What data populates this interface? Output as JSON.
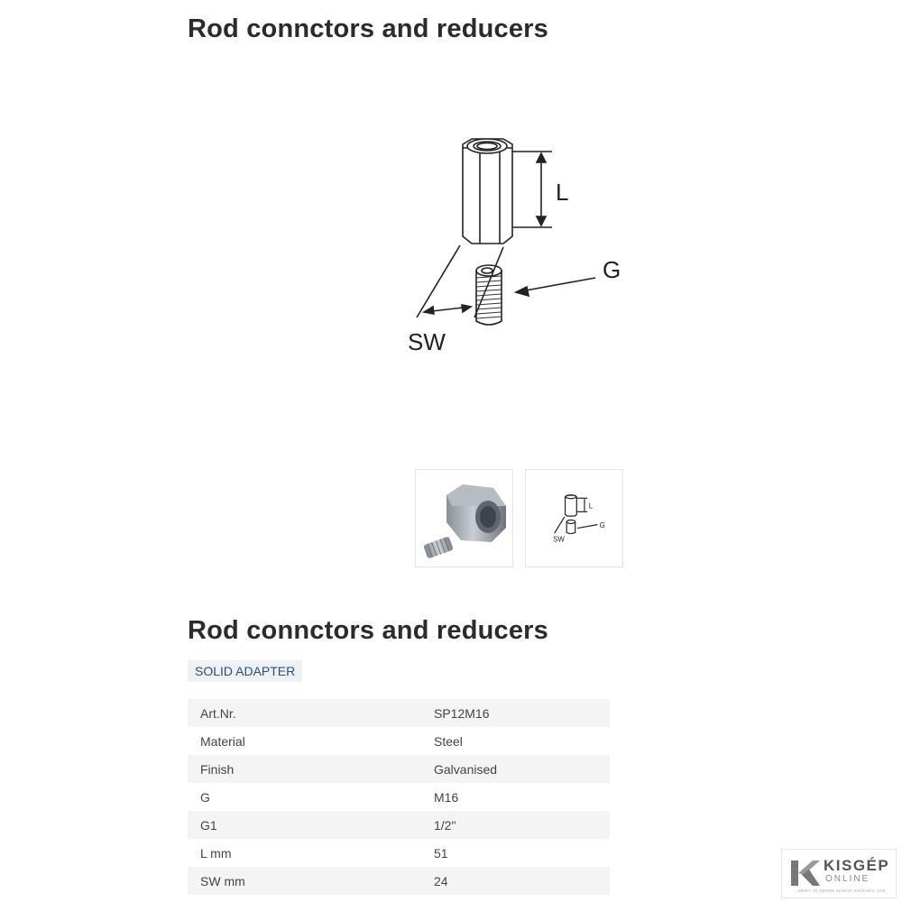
{
  "header": {
    "title": "Rod connctors and reducers"
  },
  "gallery": {
    "diagram_labels": {
      "length": "L",
      "thread": "G",
      "wrench_size": "SW"
    },
    "thumbnails": [
      {
        "icon": "product-photo-icon"
      },
      {
        "icon": "technical-drawing-icon"
      }
    ]
  },
  "product": {
    "title": "Rod connctors and reducers",
    "type_badge": "SOLID ADAPTER",
    "specs": [
      {
        "key": "Art.Nr.",
        "value": "SP12M16"
      },
      {
        "key": "Material",
        "value": "Steel"
      },
      {
        "key": "Finish",
        "value": "Galvanised"
      },
      {
        "key": "G",
        "value": "M16"
      },
      {
        "key": "G1",
        "value": "1/2\""
      },
      {
        "key": "L mm",
        "value": "51"
      },
      {
        "key": "SW mm",
        "value": "24"
      }
    ]
  },
  "watermark": {
    "name": "KISGÉP",
    "sub": "ONLINE",
    "tagline": "...MERT JÓ GÉPRE MINDIG SZÜKSÉG VAN"
  }
}
